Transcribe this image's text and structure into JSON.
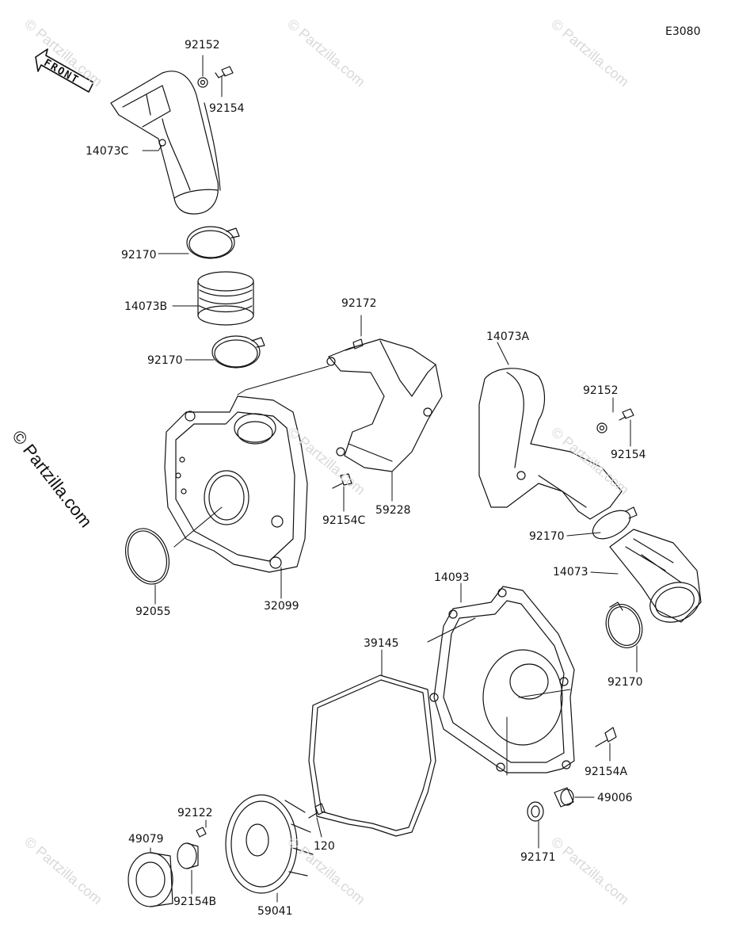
{
  "diagram_code": "E3080",
  "front_label": "FRONT",
  "side_watermark": "© Partzilla.com",
  "watermark_text": "© Partzilla.com",
  "parts": {
    "p92152_top": "92152",
    "p92154_top": "92154",
    "p14073C": "14073C",
    "p92170_a": "92170",
    "p14073B": "14073B",
    "p92170_b": "92170",
    "p92172": "92172",
    "p14073A": "14073A",
    "p92152_right": "92152",
    "p92154_right": "92154",
    "p59228": "59228",
    "p92154C": "92154C",
    "p92170_c": "92170",
    "p14073": "14073",
    "p92055": "92055",
    "p32099": "32099",
    "p14093": "14093",
    "p39145": "39145",
    "p92170_d": "92170",
    "p92154A": "92154A",
    "p49006": "49006",
    "p92122": "92122",
    "p49079": "49079",
    "p120": "120",
    "p92171": "92171",
    "p92154B": "92154B",
    "p59041": "59041"
  },
  "colors": {
    "line": "#111111",
    "watermark": "#d9d9d9"
  }
}
